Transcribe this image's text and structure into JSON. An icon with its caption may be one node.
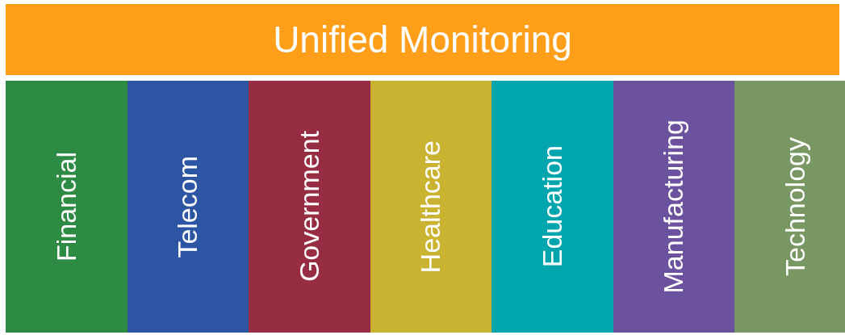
{
  "diagram": {
    "nodes": [
      {
        "text": [
          "Unified Monitoring"
        ]
      },
      {
        "text": [
          "Financial"
        ]
      },
      {
        "text": [
          "Telecom"
        ]
      },
      {
        "text": [
          "Government"
        ]
      },
      {
        "text": [
          "Healthcare"
        ]
      },
      {
        "text": [
          "Education"
        ]
      },
      {
        "text": [
          "Manufacturing"
        ]
      },
      {
        "text": [
          "Technology"
        ]
      }
    ]
  }
}
